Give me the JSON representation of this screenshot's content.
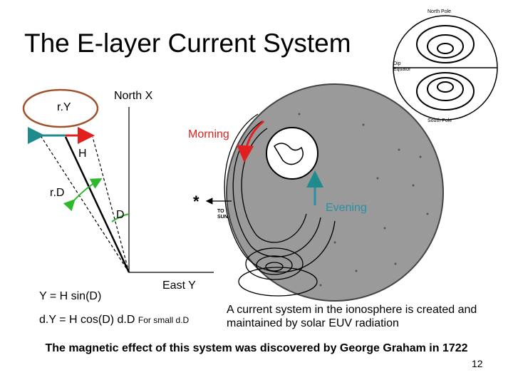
{
  "title": "The E-layer Current System",
  "vector_diagram": {
    "north_label": "North X",
    "east_label": "East Y",
    "ry_label": "r.Y",
    "h_label": "H",
    "rd_label": "r.D",
    "d_label": "D",
    "colors": {
      "ry_arc": "#a0522d",
      "ry_segment": "#1e8c8c",
      "h_tip": "#e11f1f",
      "angle_arc": "#2db82d"
    }
  },
  "equations": {
    "eq1": "Y = H sin(D)",
    "eq2": "d.Y = H cos(D) d.D",
    "eq2_note": "For small d.D"
  },
  "globe_figure": {
    "morning_label": "Morning",
    "evening_label": "Evening",
    "sun_label_line1": "TO",
    "sun_label_line2": "SUN",
    "morning_color": "#e11f1f",
    "evening_color": "#2a8fa6"
  },
  "inset": {
    "north_pole": "North Pole",
    "dip_line1": "Dip",
    "dip_line2": "Equator",
    "south_pole": "South Pole"
  },
  "caption": "A current system in the ionosphere is created and maintained by solar EUV radiation",
  "footer": "The magnetic effect of this system was discovered by George Graham in 1722",
  "page_number": "12"
}
